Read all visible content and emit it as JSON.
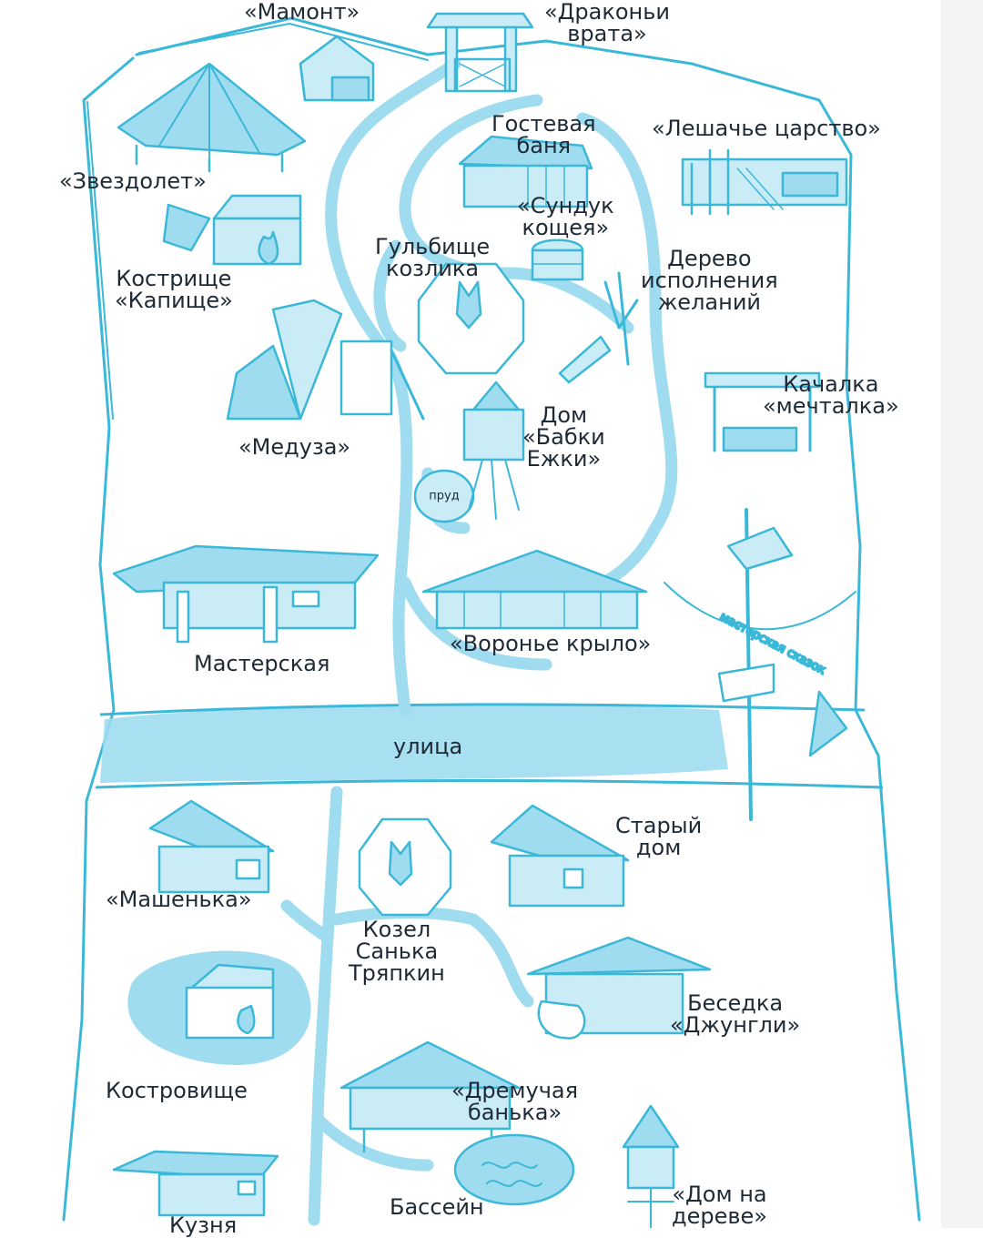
{
  "colors": {
    "line": "#3bb8d8",
    "fill": "#9fdcef",
    "fill_light": "#c9ecf7",
    "text": "#1e2a36",
    "background": "#ffffff",
    "side_strip": "#f3f3f3"
  },
  "labels": {
    "mamont": "«Мамонт»",
    "drakonyi_vrata": "«Драконьи\nврата»",
    "gostevaya_banya": "Гостевая\nбаня",
    "leshachye_tsarstvo": "«Лешачье царство»",
    "zvezdolet": "«Звездолет»",
    "sunduk_koshcheya": "«Сундук\nкощея»",
    "gulbishche_kozlika": "Гульбище\nкозлика",
    "derevo_zhelaniy": "Дерево\nисполнения\nжеланий",
    "kostrishche_kapishche": "Кострище\n«Капище»",
    "kachalka": "Качалка\n«мечталка»",
    "meduza": "«Медуза»",
    "dom_babki_ezhki": "Дом\n«Бабки\nЕжки»",
    "prud": "пруд",
    "masterskaya": "Мастерская",
    "voronye_krylo": "«Воронье крыло»",
    "sign_text": "мастерская сказок",
    "ulitsa": "улица",
    "stary_dom": "Старый\nдом",
    "mashenka": "«Машенька»",
    "kozel": "Козел\nСанька\nТряпкин",
    "besedka": "Беседка\n«Джунгли»",
    "kostrovishche": "Костровище",
    "dremuchaya_banka": "«Дремучая\nбанька»",
    "bassein": "Бассейн",
    "kuznya": "Кузня",
    "dom_na_dereve": "«Дом на\nдереве»"
  }
}
